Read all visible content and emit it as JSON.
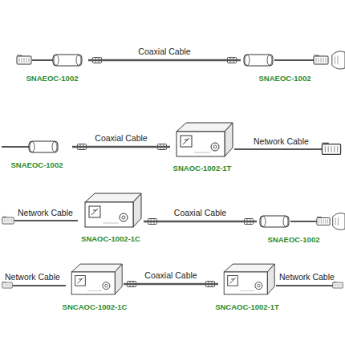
{
  "diagram": {
    "nodes": [
      {
        "text": [
          "SNAEOC-1002"
        ]
      },
      {
        "text": [
          "SNAEOC-1002"
        ]
      },
      {
        "text": [
          "SNAEOC-1002"
        ]
      },
      {
        "text": [
          "SNAOC-1002-1T"
        ]
      },
      {
        "text": [
          "SNAOC-1002-1C"
        ]
      },
      {
        "text": [
          "SNAEOC-1002"
        ]
      },
      {
        "text": [
          "SNCAOC-1002-1C"
        ]
      },
      {
        "text": [
          "SNCAOC-1002-1T"
        ]
      }
    ],
    "edges": [
      {
        "from": 0,
        "to": 1,
        "label": "Coaxial Cable",
        "arrow": "none"
      },
      {
        "from": 2,
        "to": 3,
        "label": "Coaxial Cable",
        "arrow": "none"
      },
      {
        "from": 4,
        "to": 5,
        "label": "Coaxial Cable",
        "arrow": "none"
      },
      {
        "from": 6,
        "to": 7,
        "label": "Coaxial Cable",
        "arrow": "none"
      }
    ],
    "labels": [
      "Network Cable",
      "Network Cable",
      "Network Cable",
      "Network Cable"
    ]
  }
}
